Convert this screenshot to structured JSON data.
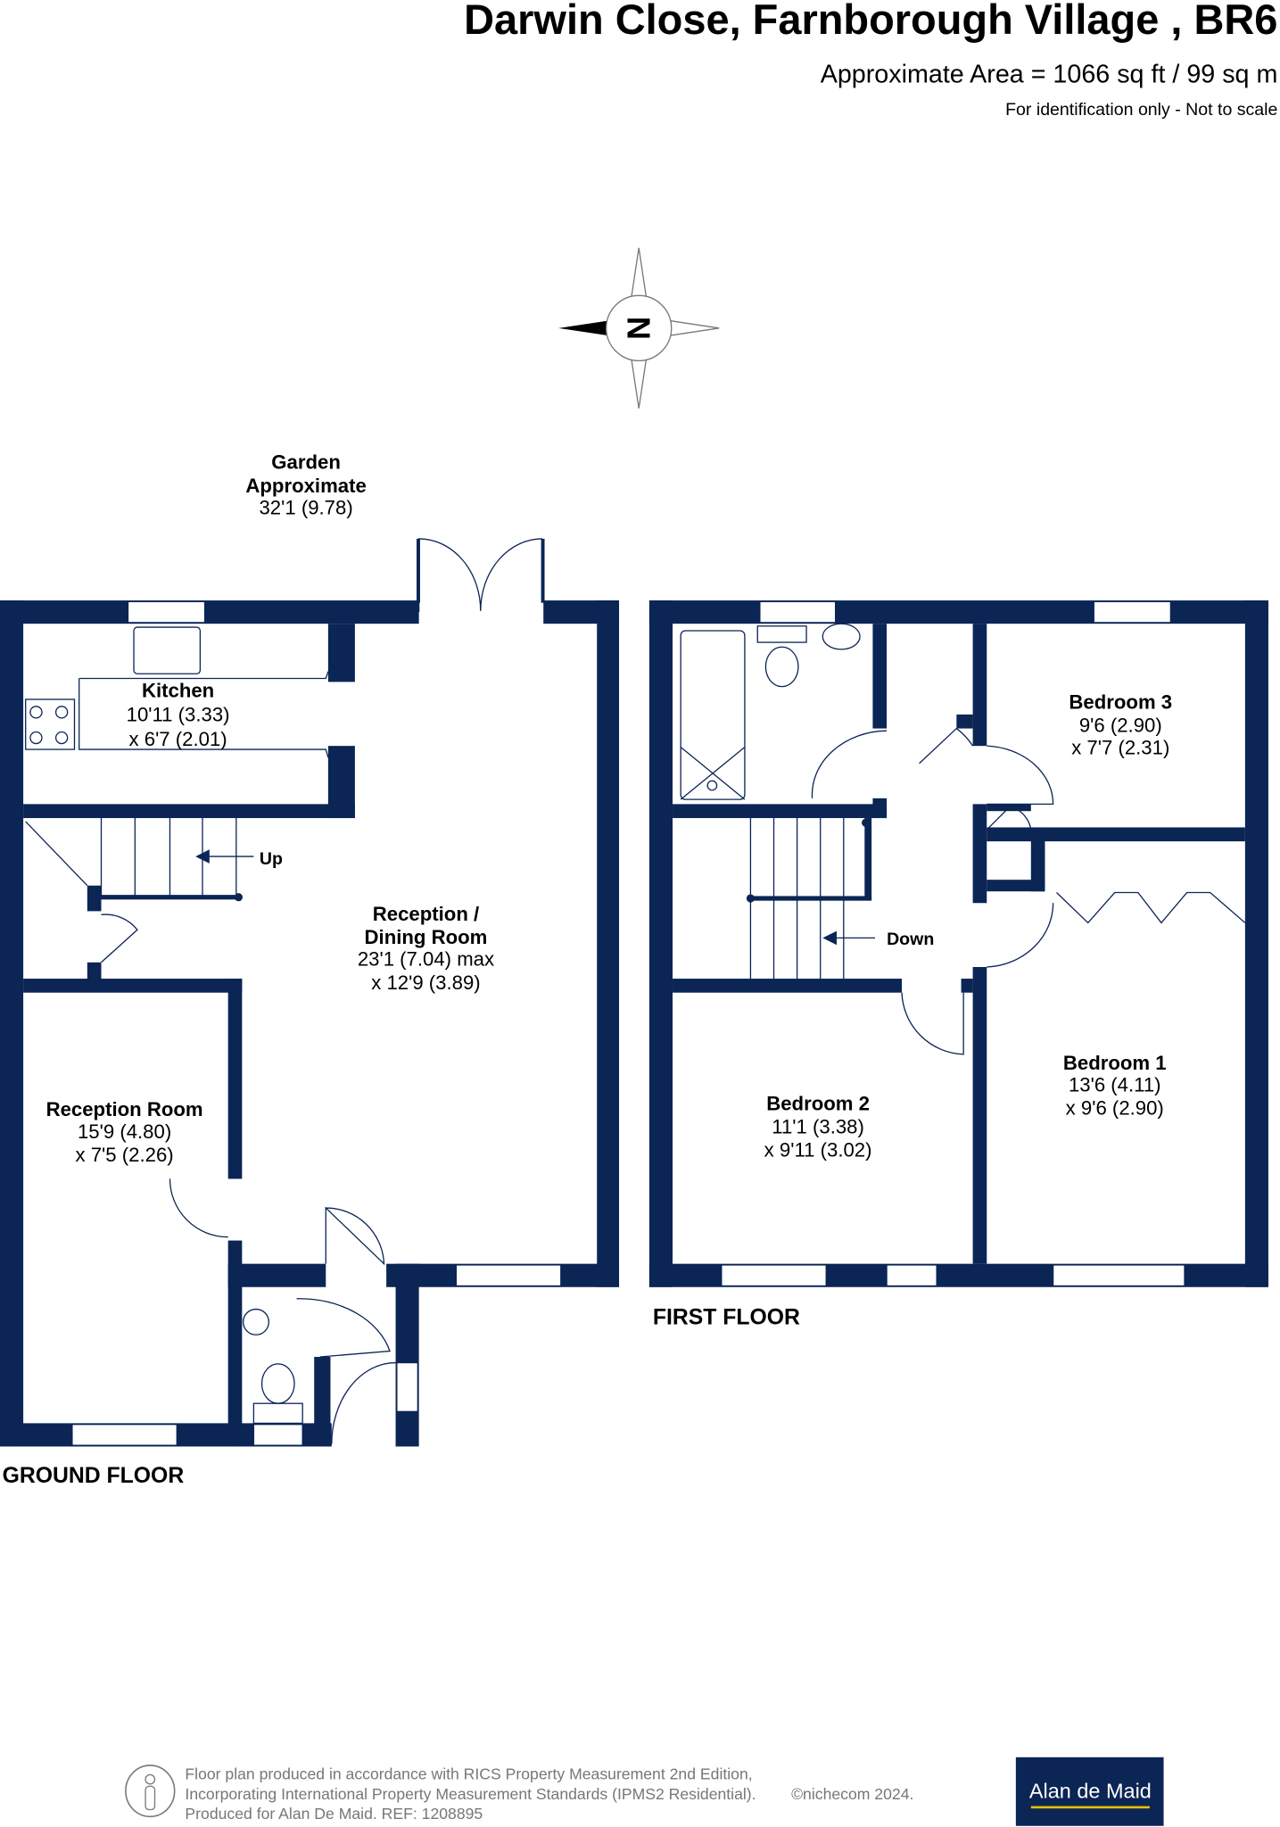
{
  "header": {
    "title": "Darwin Close, Farnborough Village , BR6",
    "area": "Approximate Area = 1066 sq ft / 99 sq m",
    "disclaimer": "For identification only - Not to scale"
  },
  "compass": {
    "label": "N"
  },
  "garden": {
    "name": "Garden",
    "line2": "Approximate",
    "size": "32'1 (9.78)"
  },
  "ground_floor": {
    "label": "GROUND FLOOR",
    "stairs_label": "Up",
    "rooms": [
      {
        "name": "Kitchen",
        "dim1": "10'11 (3.33)",
        "dim2": "x 6'7 (2.01)"
      },
      {
        "name": "Reception /",
        "name2": "Dining Room",
        "dim1": "23'1 (7.04) max",
        "dim2": "x 12'9 (3.89)"
      },
      {
        "name": "Reception Room",
        "dim1": "15'9 (4.80)",
        "dim2": "x 7'5 (2.26)"
      }
    ]
  },
  "first_floor": {
    "label": "FIRST FLOOR",
    "stairs_label": "Down",
    "rooms": [
      {
        "name": "Bedroom 3",
        "dim1": "9'6 (2.90)",
        "dim2": "x 7'7 (2.31)"
      },
      {
        "name": "Bedroom 2",
        "dim1": "11'1 (3.38)",
        "dim2": "x 9'11 (3.02)"
      },
      {
        "name": "Bedroom 1",
        "dim1": "13'6 (4.11)",
        "dim2": "x 9'6 (2.90)"
      }
    ]
  },
  "footer": {
    "line1": "Floor plan produced in accordance with RICS Property Measurement 2nd Edition,",
    "line2": "Incorporating International Property Measurement Standards (IPMS2 Residential).",
    "copyright": "©nichecom 2024.",
    "line3": "Produced for Alan De Maid.   REF: 1208895",
    "brand": "Alan de Maid",
    "colors": {
      "wall": "#0b2555",
      "brand_bg": "#0b2555",
      "brand_accent": "#e5c100"
    }
  }
}
